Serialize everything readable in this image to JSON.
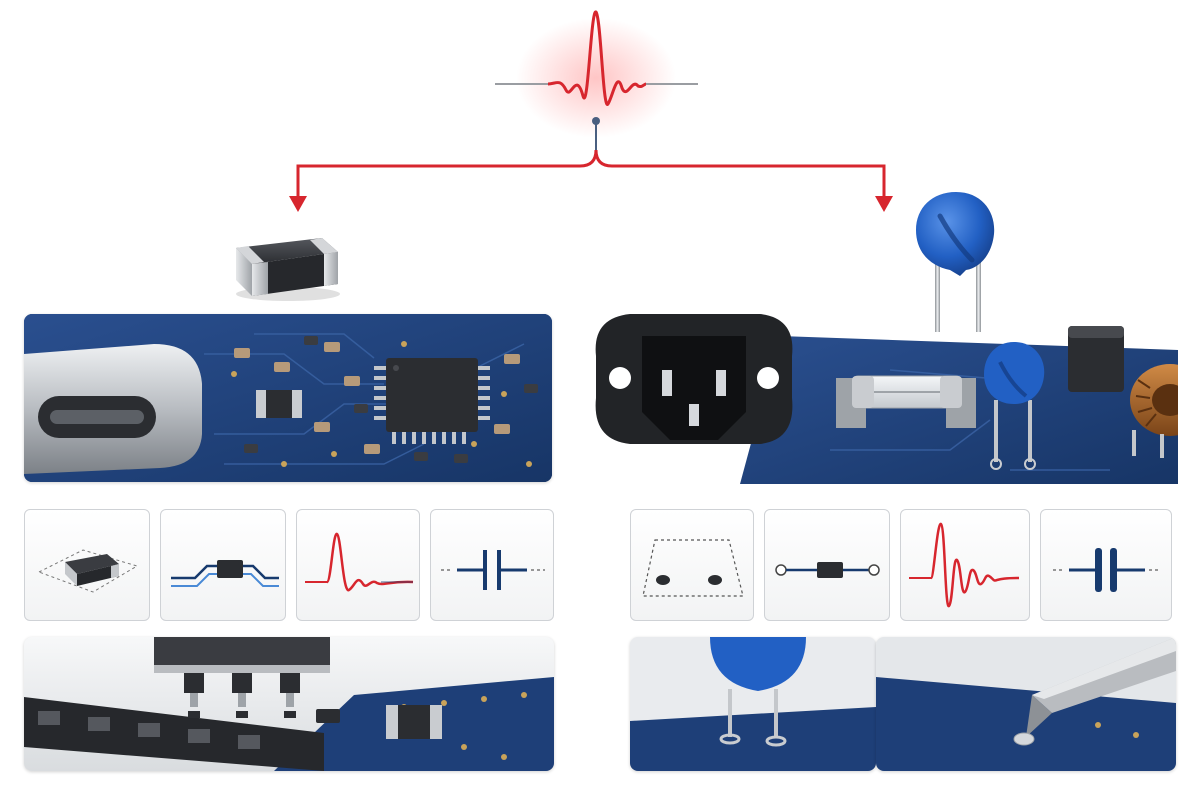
{
  "colors": {
    "signal_red": "#d7262e",
    "pcb_blue": "#1d3f7a",
    "varistor_blue": "#2260c4",
    "chip_dark": "#2b2d31",
    "metal": "#b9bcc0",
    "symbol_navy": "#173a6e"
  },
  "diagram": {
    "source": {
      "icon": "transient-surge-waveform-icon"
    },
    "branches": [
      {
        "name": "smd-branch",
        "component": "smd-multilayer-chip-varistor",
        "board_scene": "usb-c-pcb-with-smd-parts",
        "symbol_tiles": [
          "chip-footprint-icon",
          "chip-in-line-icon",
          "damped-pulse-icon",
          "capacitor-symbol-icon"
        ],
        "process_scene": "pick-and-place-assembly"
      },
      {
        "name": "through-hole-branch",
        "component": "radial-disc-varistor",
        "board_scene": "ac-inlet-pcb-with-fuse-varistor-inductor",
        "symbol_tiles": [
          "through-hole-pads-icon",
          "lead-resistor-icon",
          "ringing-pulse-icon",
          "double-plate-capacitor-icon"
        ],
        "process_scene": "through-hole-insertion-and-soldering"
      }
    ]
  }
}
